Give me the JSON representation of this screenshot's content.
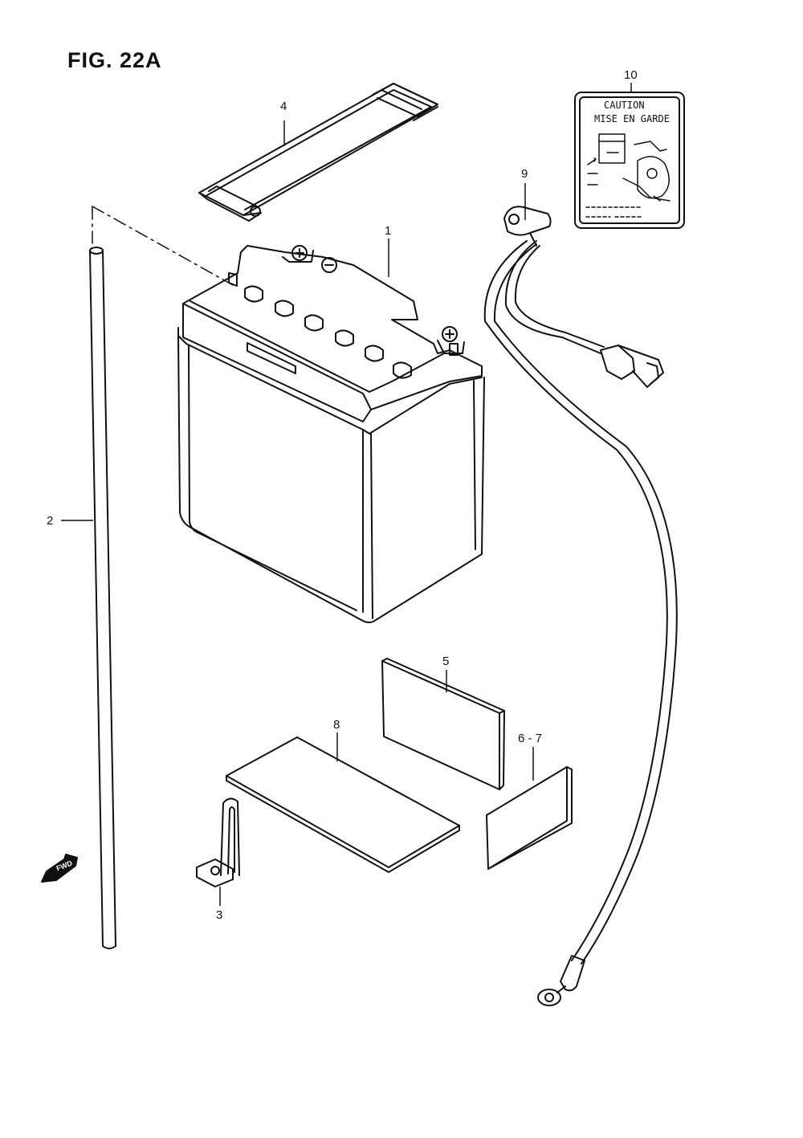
{
  "figure": {
    "title": "FIG. 22A"
  },
  "callouts": {
    "c1": "1",
    "c2": "2",
    "c3": "3",
    "c4": "4",
    "c5": "5",
    "c67": "6 - 7",
    "c8": "8",
    "c9": "9",
    "c10": "10"
  },
  "caution_label": {
    "line1": "CAUTION",
    "line2": "MISE EN GARDE"
  },
  "direction_arrow": {
    "text": "FWD"
  },
  "icons": {
    "direction": "fwd-arrow-icon"
  }
}
